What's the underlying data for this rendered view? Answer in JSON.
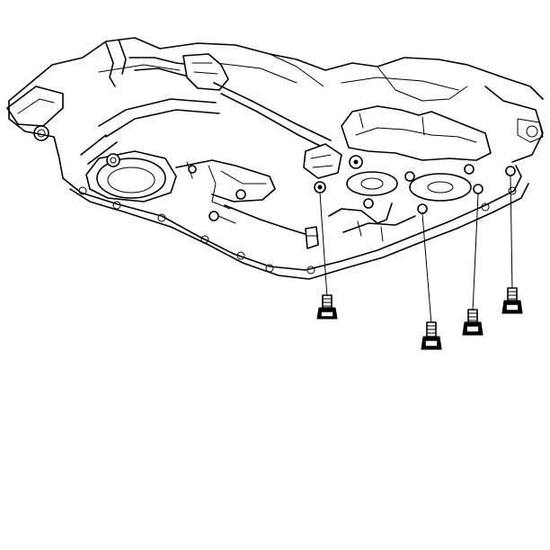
{
  "figure": {
    "background_color": "#ffffff",
    "line_color": "#000000",
    "parts": [
      "transmission-case",
      "oil-pan",
      "cooler-lines",
      "pan-bolts"
    ],
    "bolt_count": 4
  }
}
